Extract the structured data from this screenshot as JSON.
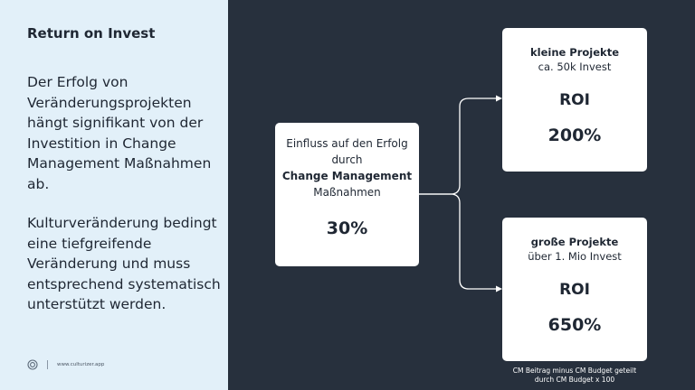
{
  "slide": {
    "title": "Return on Invest",
    "paragraph1": "Der Erfolg von Veränderungsprojekten hängt signifikant von der Investition in Change Management Maßnahmen ab.",
    "paragraph2": "Kulturveränderung bedingt eine tiefgreifende Veränderung und muss entsprechend systematisch unterstützt werden."
  },
  "footer": {
    "logo_icon": "culturizer-logo-icon",
    "url": "www.culturizer.app"
  },
  "center_card": {
    "line1": "Einfluss auf den Erfolg",
    "line2": "durch",
    "line3": "Change Management",
    "line4": "Maßnahmen",
    "value": "30%"
  },
  "small_projects": {
    "title": "kleine Projekte",
    "subtitle": "ca. 50k Invest",
    "roi_label": "ROI",
    "value": "200%"
  },
  "large_projects": {
    "title": "große Projekte",
    "subtitle": "über 1. Mio Invest",
    "roi_label": "ROI",
    "value": "650%"
  },
  "note": {
    "line1": "CM Beitrag minus CM Budget geteilt",
    "line2": "durch CM Budget x 100"
  },
  "colors": {
    "left_bg": "#e2f0f9",
    "right_bg": "#27303d",
    "card_bg": "#ffffff",
    "text_dark": "#1f2733"
  }
}
